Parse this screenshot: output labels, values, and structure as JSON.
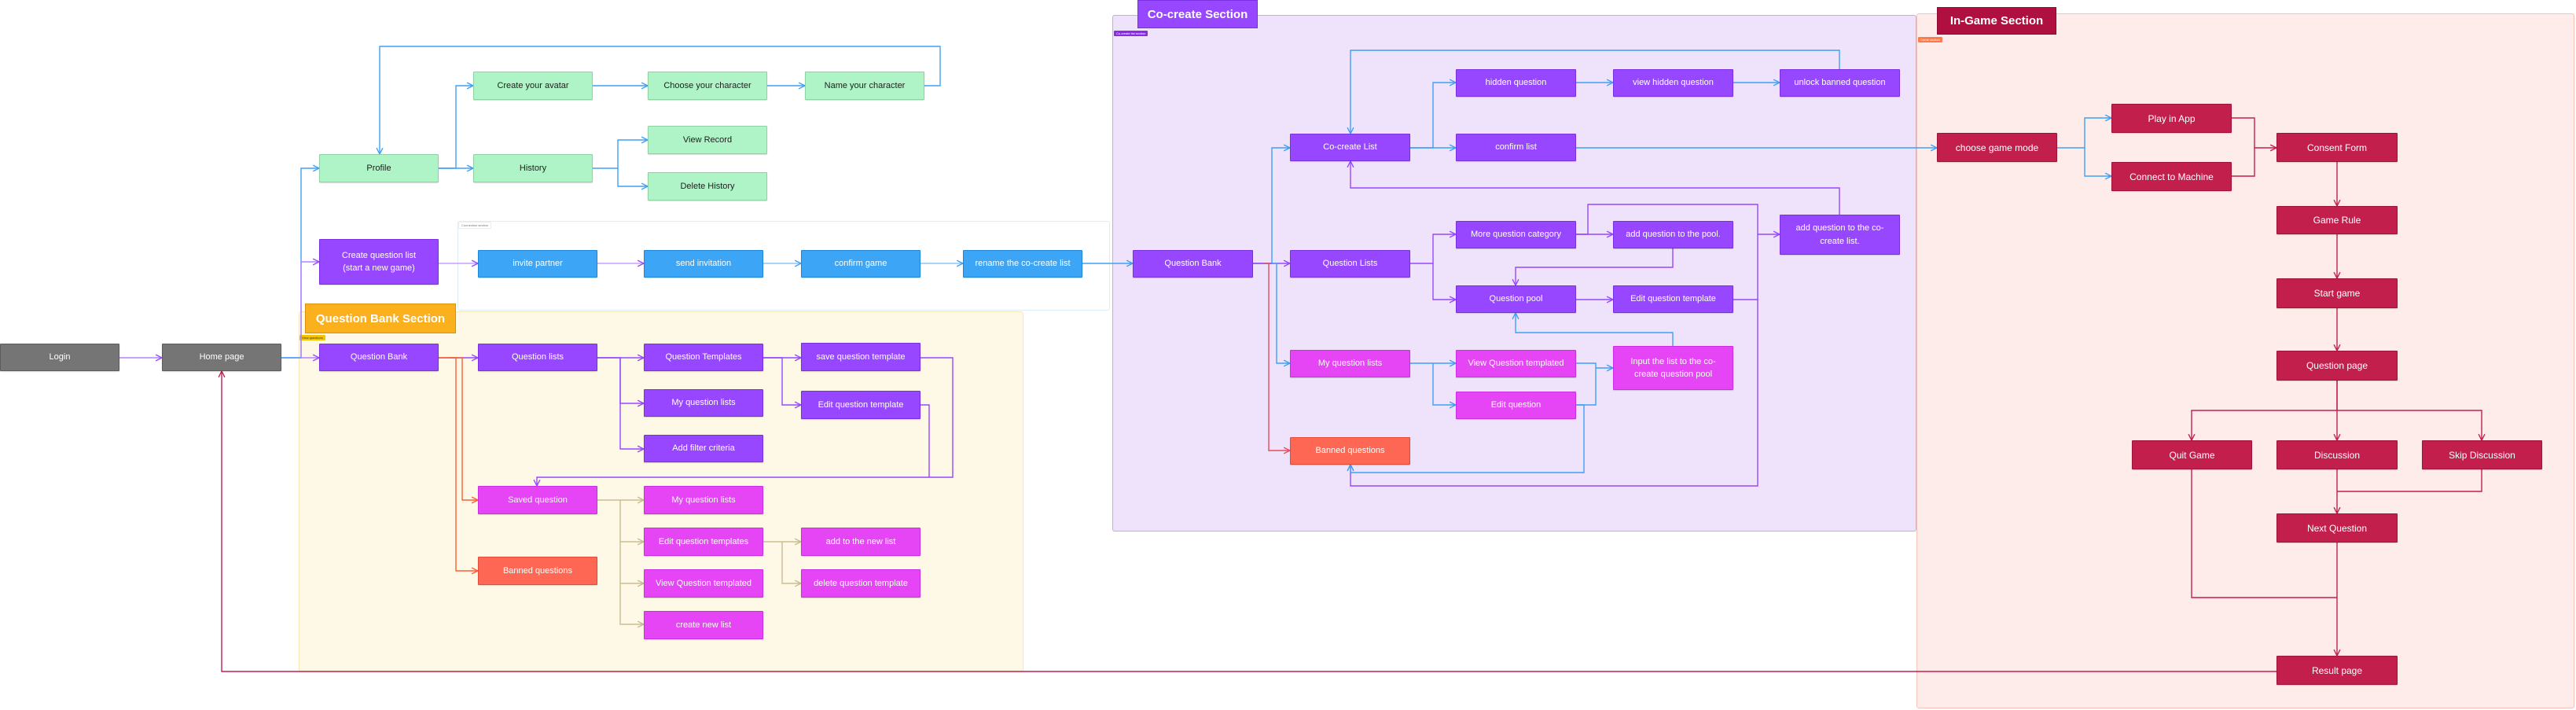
{
  "sections": {
    "connection_tag": "Connection section",
    "question_bank_title": "Question Bank Section",
    "question_bank_tag": "View questions",
    "co_create_title": "Co-create Section",
    "co_create_tag": "Co-create list section",
    "in_game_title": "In-Game Section",
    "in_game_tag": "Game section"
  },
  "nodes": {
    "login": "Login",
    "home": "Home page",
    "profile": "Profile",
    "create_avatar": "Create your avatar",
    "choose_character": "Choose your character",
    "name_character": "Name your character",
    "history": "History",
    "view_record": "View Record",
    "delete_history": "Delete History",
    "create_question_list": "Create question list (start a new game)",
    "invite_partner": "invite partner",
    "send_invitation": "send invitation",
    "confirm_game": "confirm game",
    "rename_list": "rename the co-create list",
    "qb_question_bank": "Question Bank",
    "qb_question_lists": "Question lists",
    "qb_question_templates": "Question Templates",
    "qb_save_template": "save question template",
    "qb_my_lists": "My question lists",
    "qb_edit_template": "Edit question template",
    "qb_add_filter": "Add filter criteria",
    "qb_saved_question": "Saved question",
    "qb_banned": "Banned questions",
    "qb_saved_my_lists": "My question lists",
    "qb_edit_templates": "Edit question templates",
    "qb_view_templated": "View Question templated",
    "qb_create_new_list": "create new list",
    "qb_add_new_list": "add to the new list",
    "qb_delete_template": "delete question template",
    "cc_question_bank": "Question Bank",
    "cc_list": "Co-create List",
    "cc_hidden": "hidden question",
    "cc_view_hidden": "view hidden question",
    "cc_unlock": "unlock banned question",
    "cc_confirm": "confirm list",
    "cc_question_lists": "Question Lists",
    "cc_more_category": "More question category",
    "cc_add_pool": "add question to the pool.",
    "cc_add_cocreate": "add question to the co-create list.",
    "cc_pool": "Question pool",
    "cc_edit_template": "Edit question template",
    "cc_my_lists": "My question lists",
    "cc_view_templated": "View Question templated",
    "cc_input_list": "Input the list to the co-create question pool",
    "cc_edit_question": "Edit question",
    "cc_banned": "Banned questions",
    "ig_choose_mode": "choose game mode",
    "ig_play_app": "Play in App",
    "ig_connect_machine": "Connect to Machine",
    "ig_consent": "Consent Form",
    "ig_rule": "Game Rule",
    "ig_start": "Start game",
    "ig_question_page": "Question page",
    "ig_quit": "Quit Game",
    "ig_discussion": "Discussion",
    "ig_skip": "Skip Discussion",
    "ig_next": "Next Question",
    "ig_result": "Result page"
  },
  "colors": {
    "purple": "#9747ff",
    "magenta": "#e545f5",
    "blue": "#3da5f5",
    "green": "#aff4c6",
    "grey": "#757575",
    "banned": "#fd6753",
    "crimson": "#c31f4d",
    "section_orange": "#fbb01e"
  }
}
